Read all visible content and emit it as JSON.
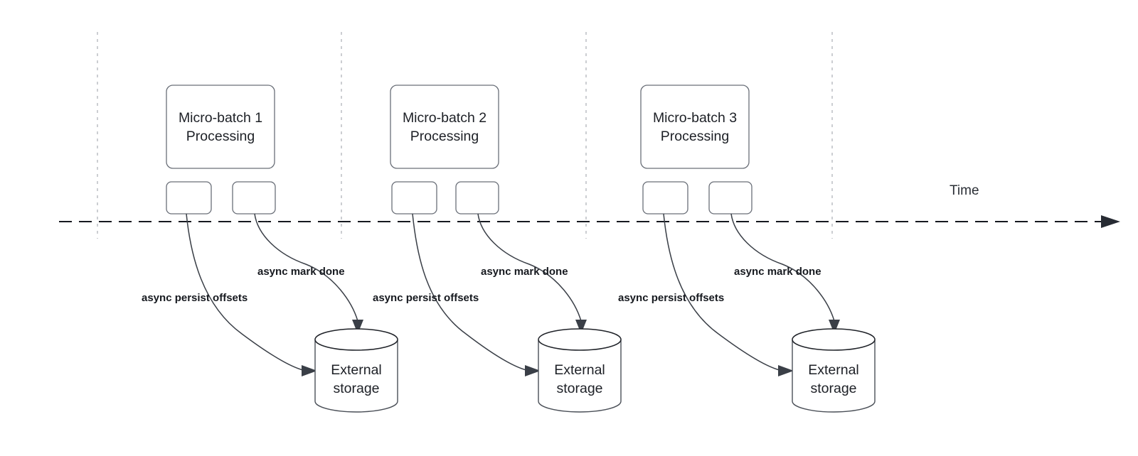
{
  "diagram": {
    "title_text": "",
    "timeline": {
      "axis_label": "Time",
      "style": "dashed",
      "direction": "left-to-right"
    },
    "colors": {
      "background": "#ffffff",
      "box_stroke": "#6a6f78",
      "cylinder_stroke": "#1f2228",
      "curve_stroke": "#3a3f47",
      "separator": "#b7b9be",
      "text": "#1d2026",
      "edge_label_text": "#16191f"
    },
    "groups": [
      {
        "id": "micro-batch-1",
        "process_label_line1": "Micro-batch 1",
        "process_label_line2": "Processing",
        "tasks": [
          "",
          ""
        ],
        "edges": [
          {
            "label": "async persist offsets",
            "target": "External storage"
          },
          {
            "label": "async mark done",
            "target": "External storage"
          }
        ],
        "storage_label_line1": "External",
        "storage_label_line2": "storage"
      },
      {
        "id": "micro-batch-2",
        "process_label_line1": "Micro-batch 2",
        "process_label_line2": "Processing",
        "tasks": [
          "",
          ""
        ],
        "edges": [
          {
            "label": "async persist offsets",
            "target": "External storage"
          },
          {
            "label": "async mark done",
            "target": "External storage"
          }
        ],
        "storage_label_line1": "External",
        "storage_label_line2": "storage"
      },
      {
        "id": "micro-batch-3",
        "process_label_line1": "Micro-batch 3",
        "process_label_line2": "Processing",
        "tasks": [
          "",
          ""
        ],
        "edges": [
          {
            "label": "async persist offsets",
            "target": "External storage"
          },
          {
            "label": "async mark done",
            "target": "External storage"
          }
        ],
        "storage_label_line1": "External",
        "storage_label_line2": "storage"
      }
    ]
  }
}
